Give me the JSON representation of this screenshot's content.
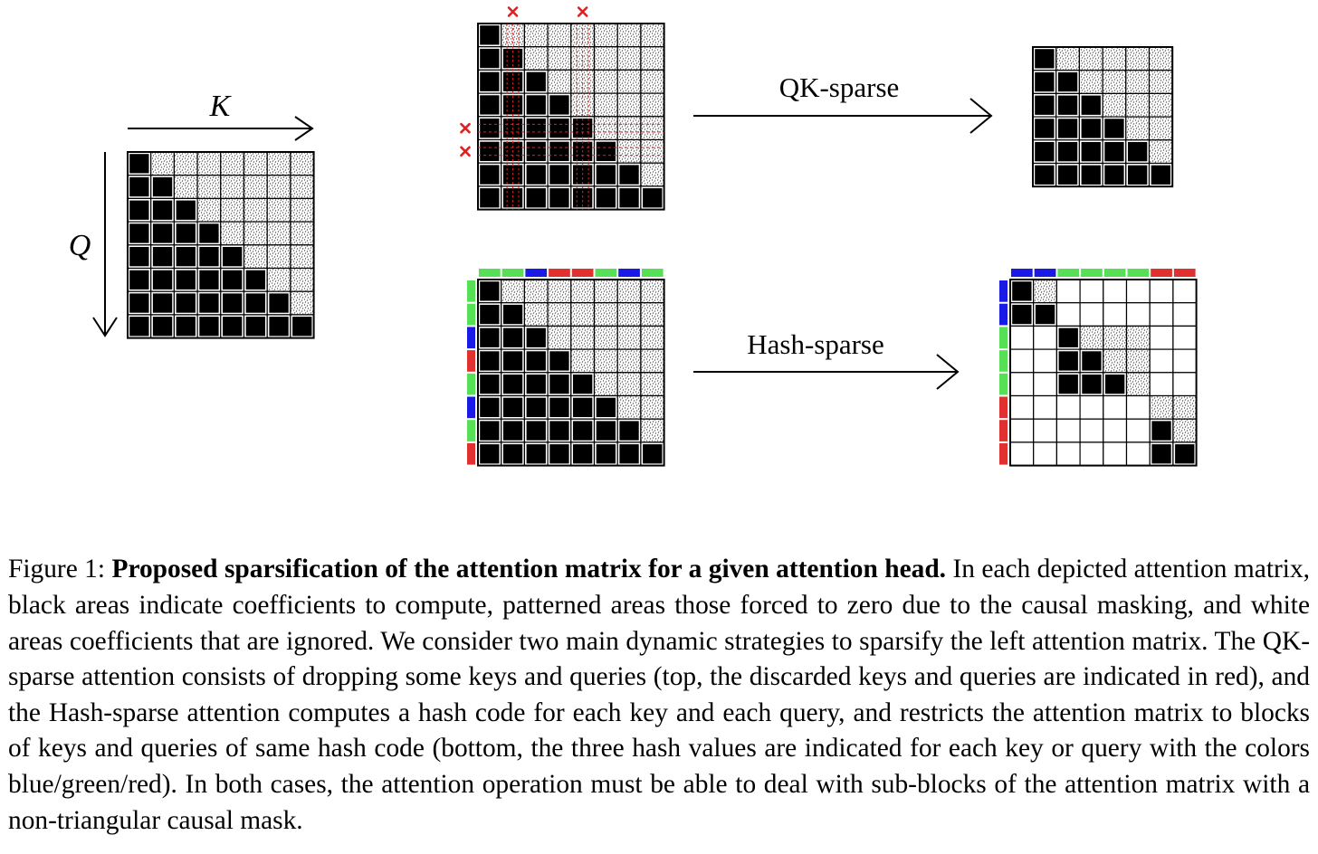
{
  "figure": {
    "labels": {
      "k_axis": "K",
      "q_axis": "Q",
      "qk_arrow": "QK-sparse",
      "hash_arrow": "Hash-sparse"
    },
    "colors": {
      "compute": "#000000",
      "masked_hatch": "#555555",
      "discard": "#e02020",
      "hash": {
        "B": "#1a1ae6",
        "G": "#55e055",
        "R": "#e03030"
      }
    },
    "matrices": {
      "full": {
        "n": 8
      },
      "qk_source": {
        "n": 8,
        "dropped_keys": [
          1,
          4
        ],
        "dropped_queries": [
          4,
          5
        ]
      },
      "qk_result": {
        "n": 6
      },
      "hash_source": {
        "n": 8,
        "key_hashes": [
          "G",
          "G",
          "B",
          "R",
          "R",
          "G",
          "B",
          "G"
        ],
        "query_hashes": [
          "G",
          "G",
          "B",
          "R",
          "G",
          "B",
          "G",
          "R"
        ]
      },
      "hash_result": {
        "n": 8,
        "key_hashes": [
          "B",
          "B",
          "G",
          "G",
          "G",
          "G",
          "R",
          "R"
        ],
        "query_hashes": [
          "B",
          "B",
          "G",
          "G",
          "G",
          "R",
          "R",
          "R"
        ],
        "blocks": [
          {
            "q": [
              0,
              1
            ],
            "k": [
              0,
              1
            ],
            "mask_offset": 0
          },
          {
            "q": [
              2,
              4
            ],
            "k": [
              2,
              5
            ],
            "mask_offset": 0
          },
          {
            "q": [
              5,
              7
            ],
            "k": [
              6,
              7
            ],
            "mask_offset": -1
          }
        ]
      }
    }
  },
  "caption": {
    "figure_label": "Figure 1:",
    "title": "Proposed sparsification of the attention matrix for a given attention head.",
    "body": " In each depicted attention matrix, black areas indicate coefficients to compute, patterned areas those forced to zero due to the causal masking, and white areas coefficients that are ignored. We consider two main dynamic strategies to sparsify the left attention matrix. The QK-sparse attention consists of dropping some keys and queries (top, the discarded keys and queries are indicated in red), and the Hash-sparse attention computes a hash code for each key and each query, and restricts the attention matrix to blocks of keys and queries of same hash code (bottom, the three hash values are indicated for each key or query with the colors blue/green/red). In both cases, the attention operation must be able to deal with sub-blocks of the attention matrix with a non-triangular causal mask."
  }
}
